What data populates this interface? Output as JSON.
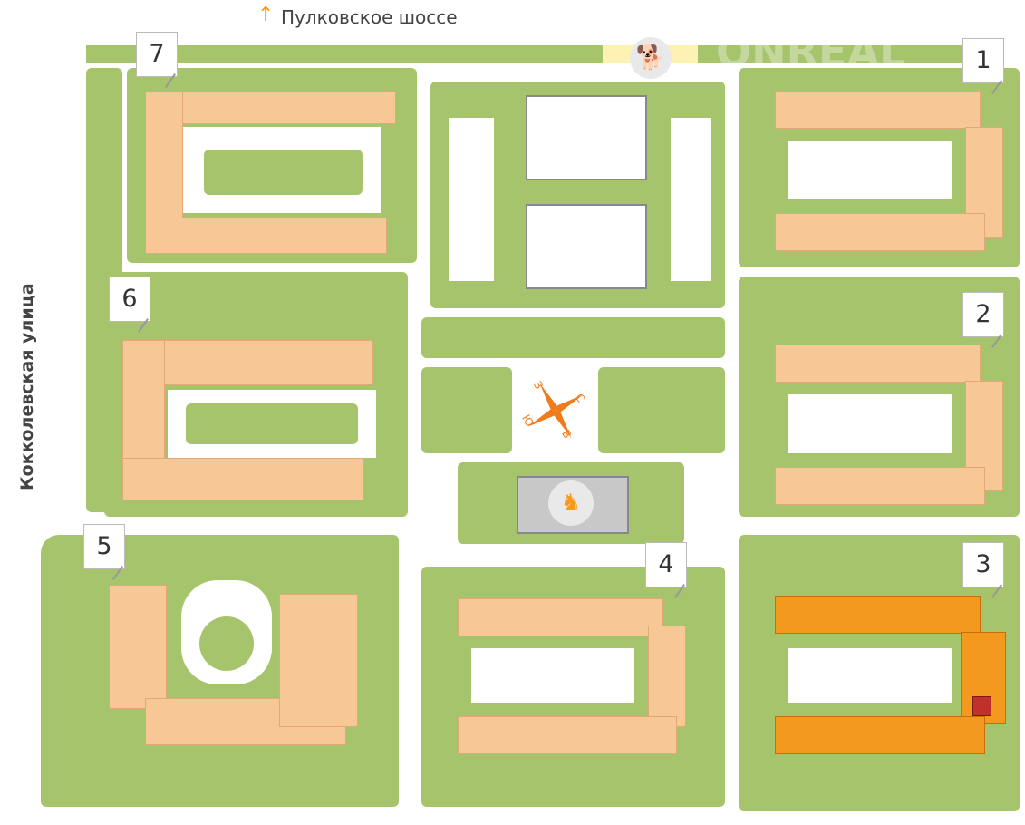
{
  "streets": {
    "north": "Пулковское шоссе",
    "west": "Кокколевская улица"
  },
  "buildings": [
    {
      "number": "1",
      "status": "available"
    },
    {
      "number": "2",
      "status": "available"
    },
    {
      "number": "3",
      "status": "selected"
    },
    {
      "number": "4",
      "status": "available"
    },
    {
      "number": "5",
      "status": "available"
    },
    {
      "number": "6",
      "status": "available"
    },
    {
      "number": "7",
      "status": "available"
    }
  ],
  "compass": {
    "north": "С",
    "south": "Ю",
    "west": "З",
    "east": "В"
  },
  "icons": {
    "dog_area": "dog-icon",
    "kindergarten": "rocking-horse-icon",
    "direction": "arrow-up-icon"
  },
  "watermark": "ONREAL",
  "colors": {
    "green": "#a5c46b",
    "building": "#f8c796",
    "selected_building": "#f39a1e",
    "sold_unit": "#c0312b",
    "dog_area": "#fdf2b3"
  }
}
